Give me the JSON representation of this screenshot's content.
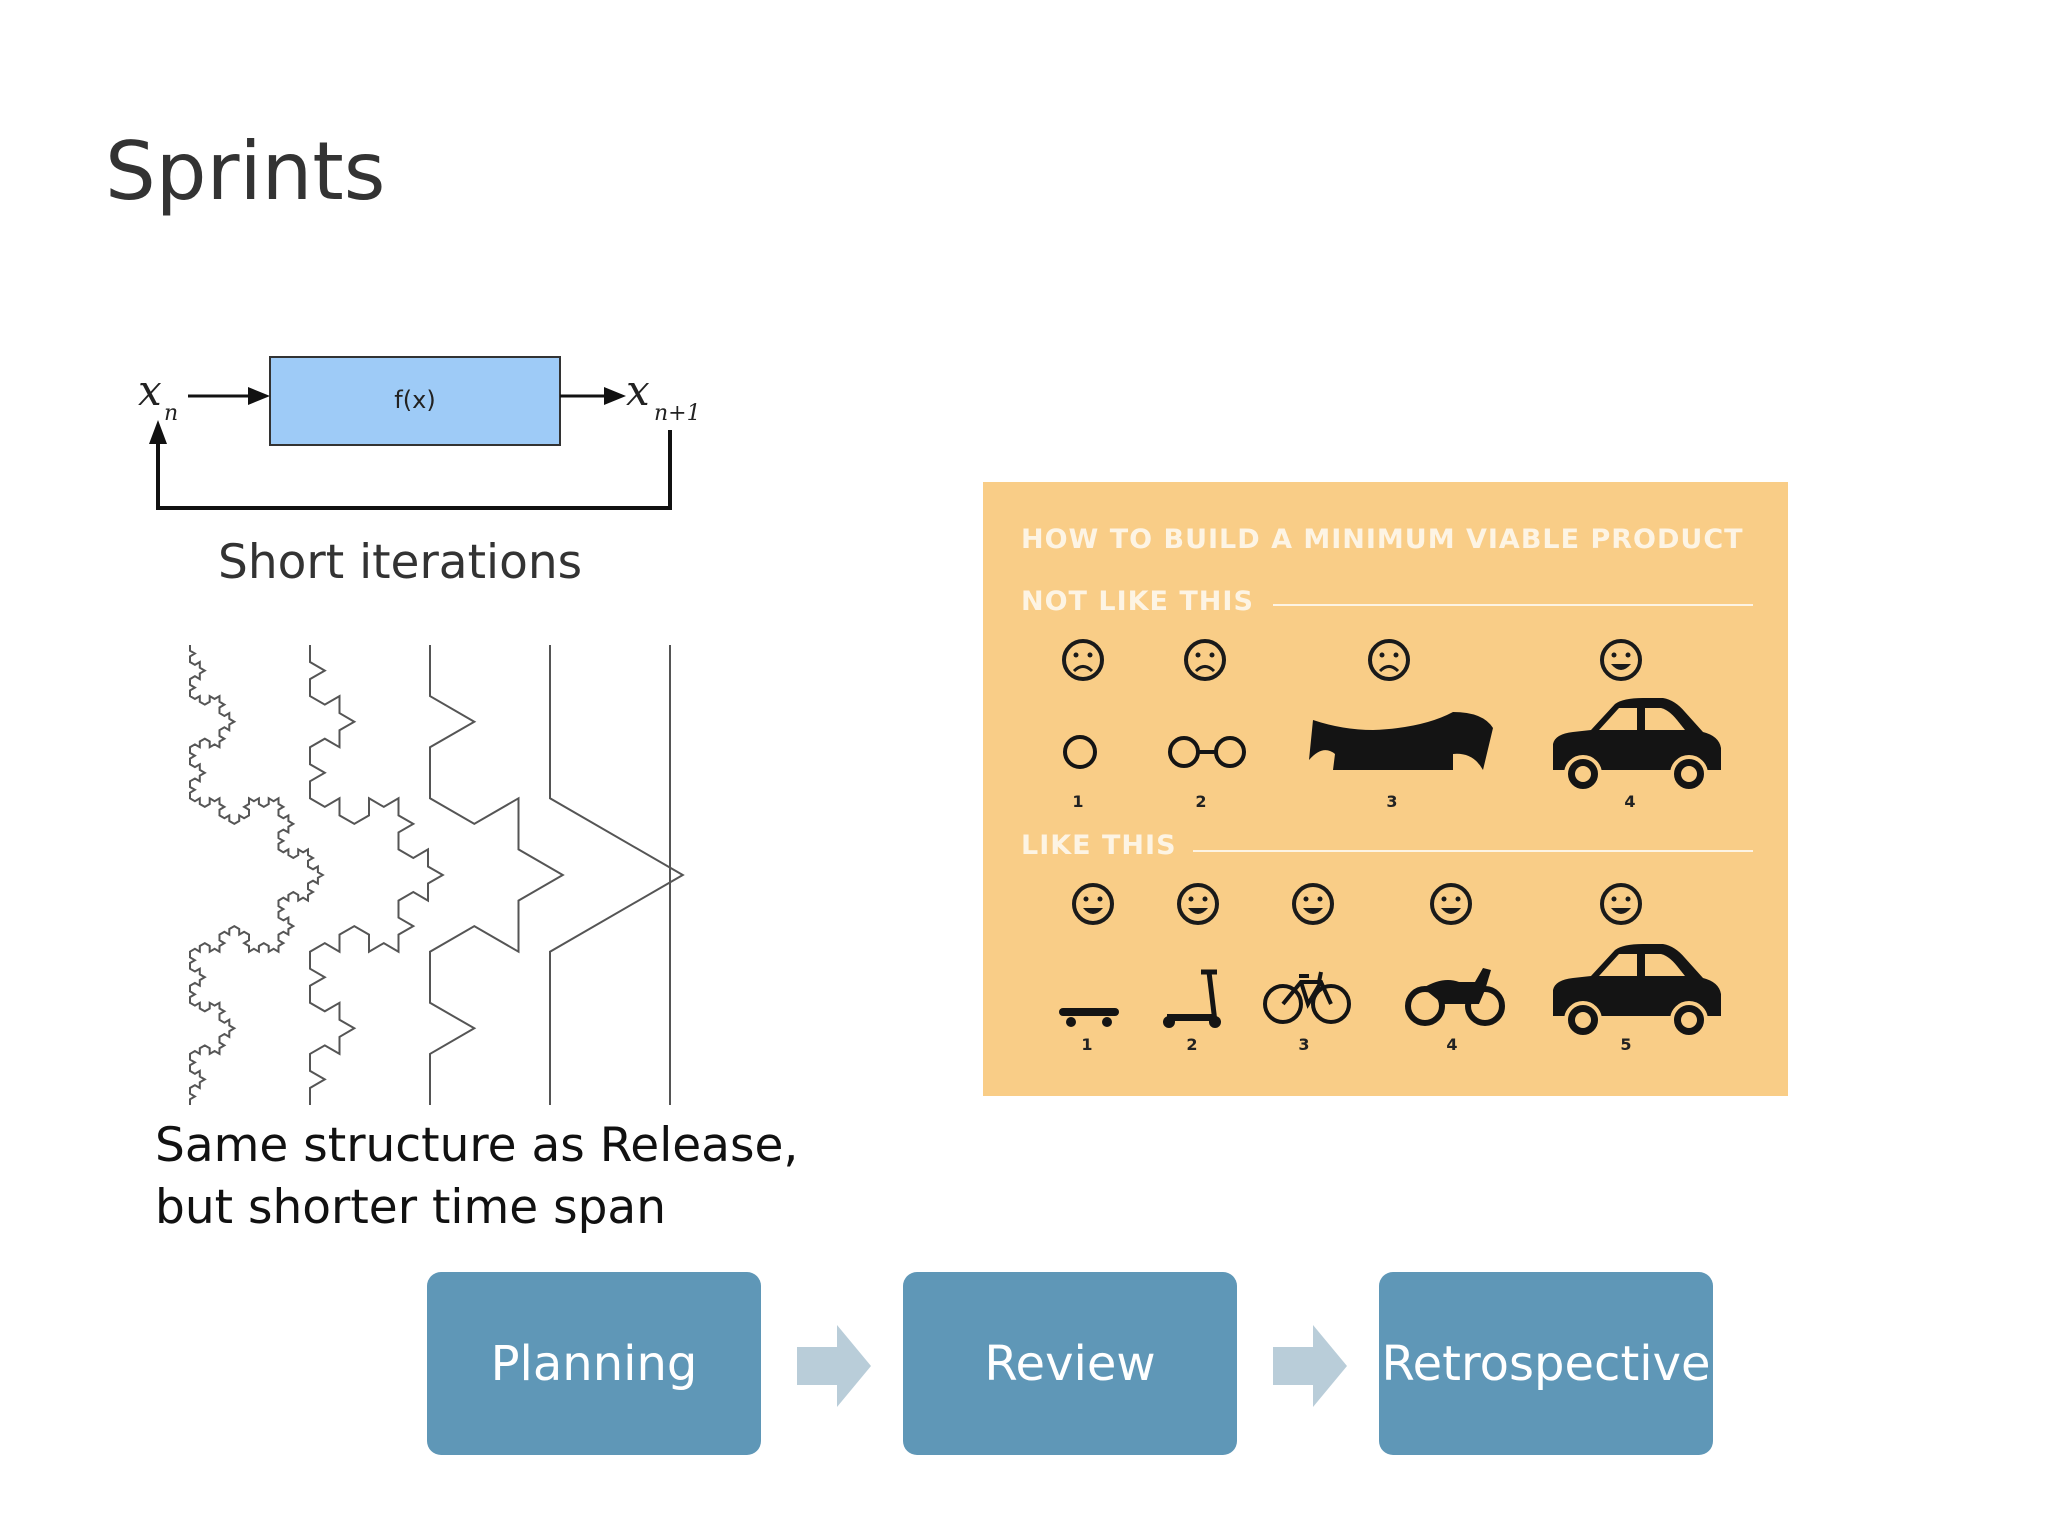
{
  "slide": {
    "title": "Sprints"
  },
  "loop_diagram": {
    "box_label": "f(x)",
    "input_label": "x",
    "input_sub": "n",
    "output_label": "x",
    "output_sub": "n+1",
    "caption": "Short iterations"
  },
  "fractal": {
    "caption_line1": "Same structure as Release,",
    "caption_line2": "but shorter time span"
  },
  "mvp_image": {
    "heading": "HOW TO BUILD A MINIMUM VIABLE PRODUCT",
    "not_like_label": "NOT LIKE THIS",
    "like_label": "LIKE THIS",
    "not_like_items": [
      {
        "num": "1",
        "icon": "wheel-icon",
        "mood": "sad"
      },
      {
        "num": "2",
        "icon": "two-wheels-icon",
        "mood": "sad"
      },
      {
        "num": "3",
        "icon": "car-body-icon",
        "mood": "sad"
      },
      {
        "num": "4",
        "icon": "car-icon",
        "mood": "happy"
      }
    ],
    "like_items": [
      {
        "num": "1",
        "icon": "skateboard-icon",
        "mood": "happy"
      },
      {
        "num": "2",
        "icon": "scooter-icon",
        "mood": "happy"
      },
      {
        "num": "3",
        "icon": "bicycle-icon",
        "mood": "happy"
      },
      {
        "num": "4",
        "icon": "motorcycle-icon",
        "mood": "happy"
      },
      {
        "num": "5",
        "icon": "car-icon",
        "mood": "happy"
      }
    ]
  },
  "process": {
    "steps": [
      "Planning",
      "Review",
      "Retrospective"
    ],
    "box_color": "#5f97b7",
    "arrow_color": "#b9cdd9"
  }
}
